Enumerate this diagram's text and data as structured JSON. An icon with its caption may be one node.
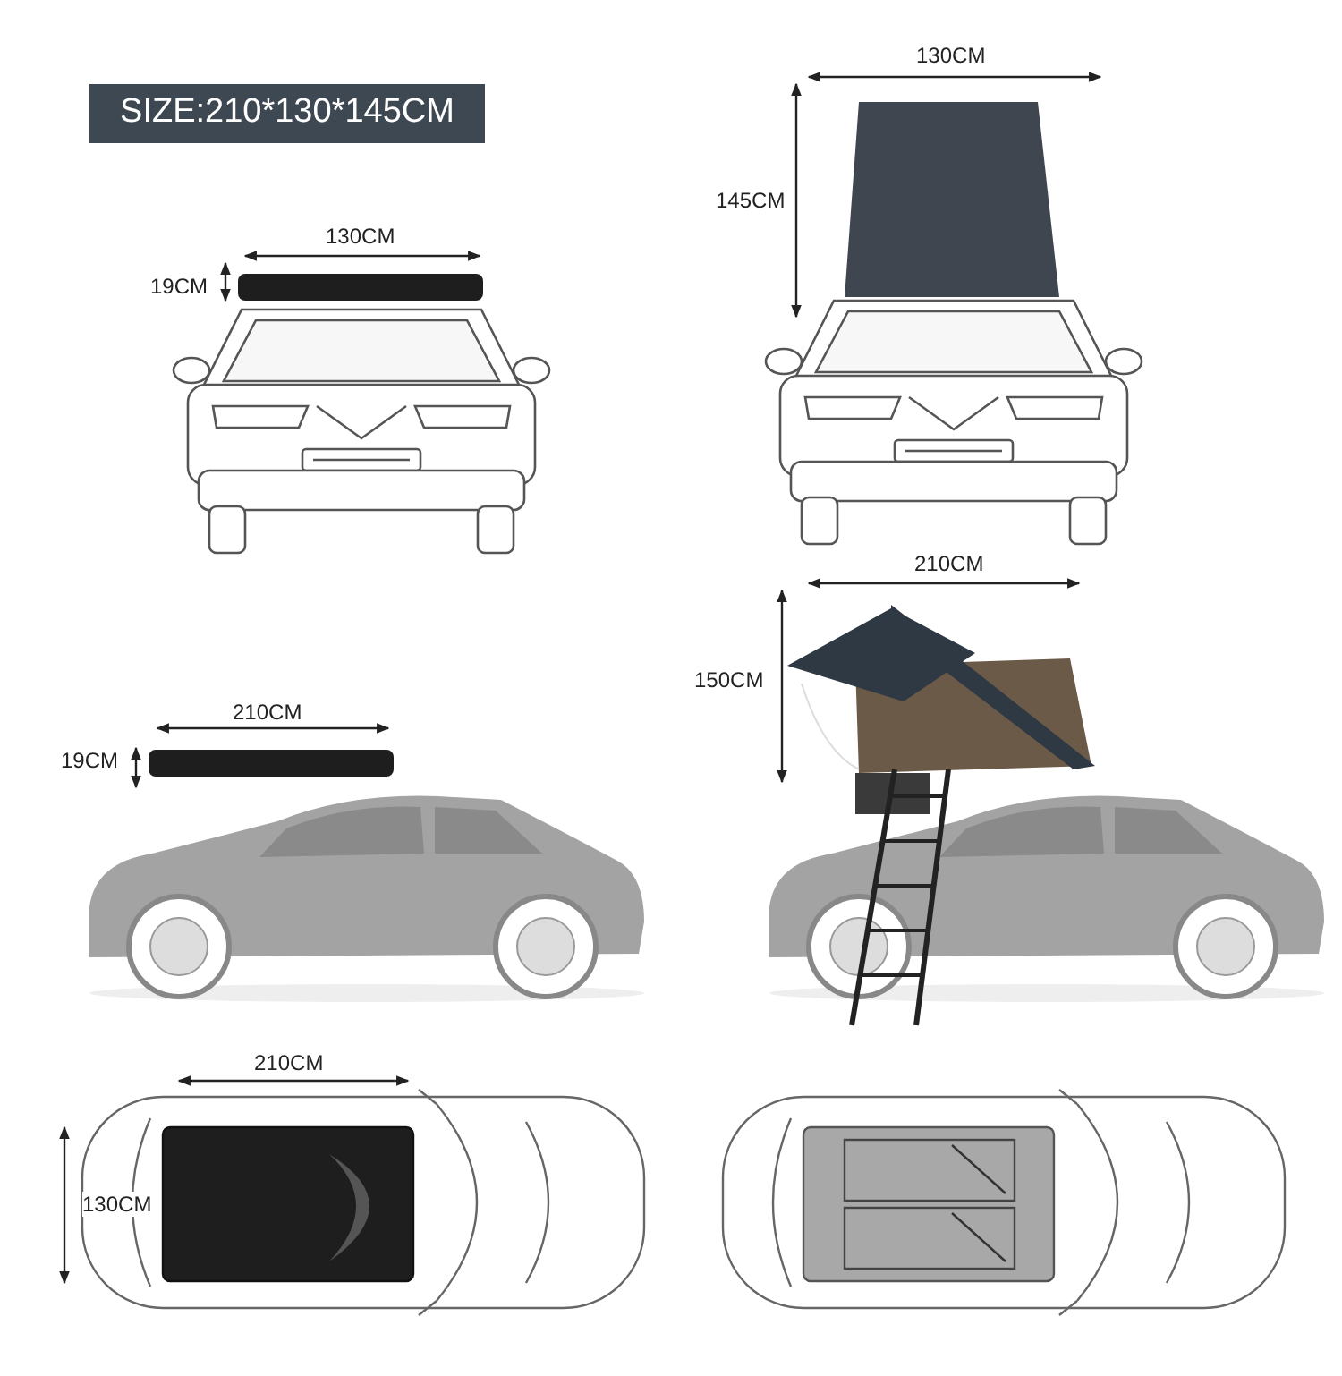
{
  "diagram": {
    "title": "SIZE:210*130*145CM",
    "labels": [
      "130CM",
      "145CM",
      "130CM",
      "19CM",
      "210CM",
      "150CM",
      "210CM",
      "19CM",
      "210CM",
      "130CM"
    ]
  }
}
